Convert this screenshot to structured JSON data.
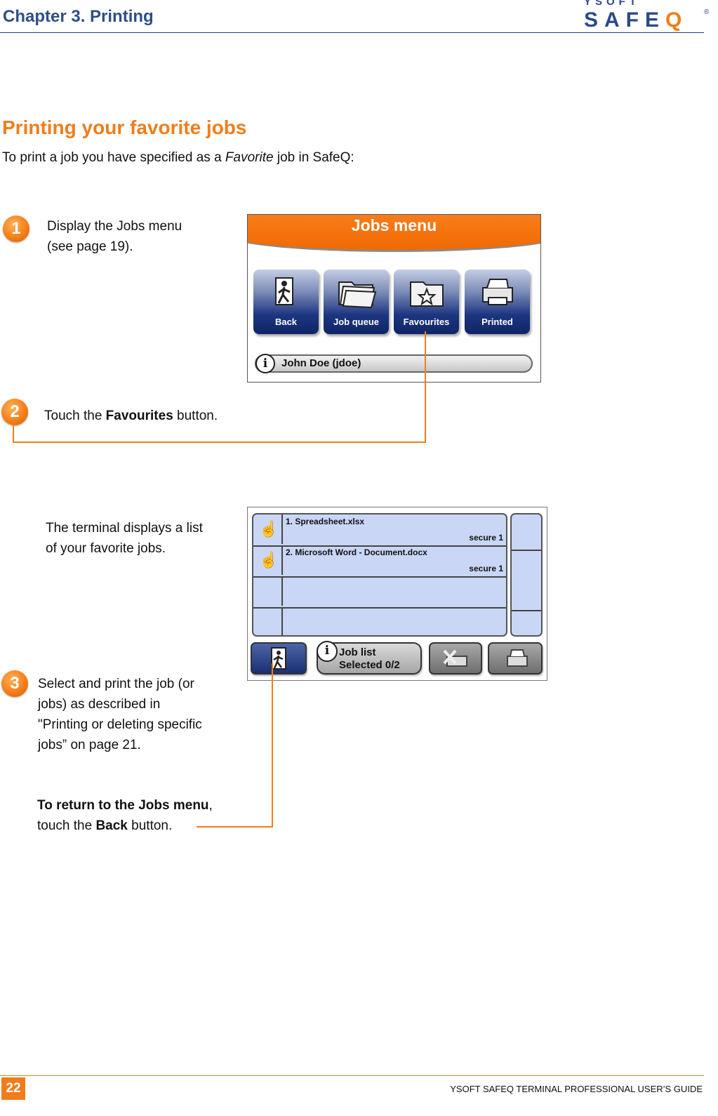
{
  "header": {
    "chapter": "Chapter 3.  Printing",
    "logo_top": "YSOFT",
    "logo_main_a": "SAFE",
    "logo_main_b": "Q"
  },
  "section": {
    "title": "Printing your favorite jobs",
    "intro_before": "To print a job you have specified as a ",
    "intro_italic": "Favorite",
    "intro_after": " job in SafeQ:"
  },
  "steps": [
    {
      "number": "1",
      "line1": "Display the Jobs menu",
      "line2": "(see page 19)."
    },
    {
      "number": "2",
      "before": "Touch the ",
      "bold": "Favourites",
      "after": " button."
    },
    {
      "number": "3",
      "lines": [
        "Select and print the job (or",
        "jobs) as described in",
        "\"Printing or deleting specific",
        "jobs” on page 21."
      ]
    }
  ],
  "terminal_text": {
    "line1": "The terminal displays a list",
    "line2": "of your favorite jobs."
  },
  "return_note": {
    "bold1": "To return to the Jobs menu",
    "after1": ",",
    "before2": "touch the ",
    "bold2": "Back",
    "after2": " button."
  },
  "jobs_menu": {
    "title": "Jobs menu",
    "buttons": [
      {
        "label": "Back",
        "icon": "exit-door-icon"
      },
      {
        "label": "Job queue",
        "icon": "folders-icon"
      },
      {
        "label": "Favourites",
        "icon": "star-folder-icon"
      },
      {
        "label": "Printed",
        "icon": "printer-icon"
      }
    ],
    "info_text": "John Doe (jdoe)"
  },
  "job_list": {
    "rows": [
      {
        "name": "1. Spreadsheet.xlsx",
        "status": "secure  1"
      },
      {
        "name": "2. Microsoft Word - Document.docx",
        "status": "secure  1"
      }
    ],
    "info_line1": "Job list",
    "info_line2": "Selected 0/2"
  },
  "footer": {
    "page": "22",
    "title": "YSOFT SAFEQ TERMINAL PROFESSIONAL USER’S GUIDE"
  },
  "colors": {
    "accent": "#f07d1a",
    "brand_blue": "#2e4f86"
  }
}
